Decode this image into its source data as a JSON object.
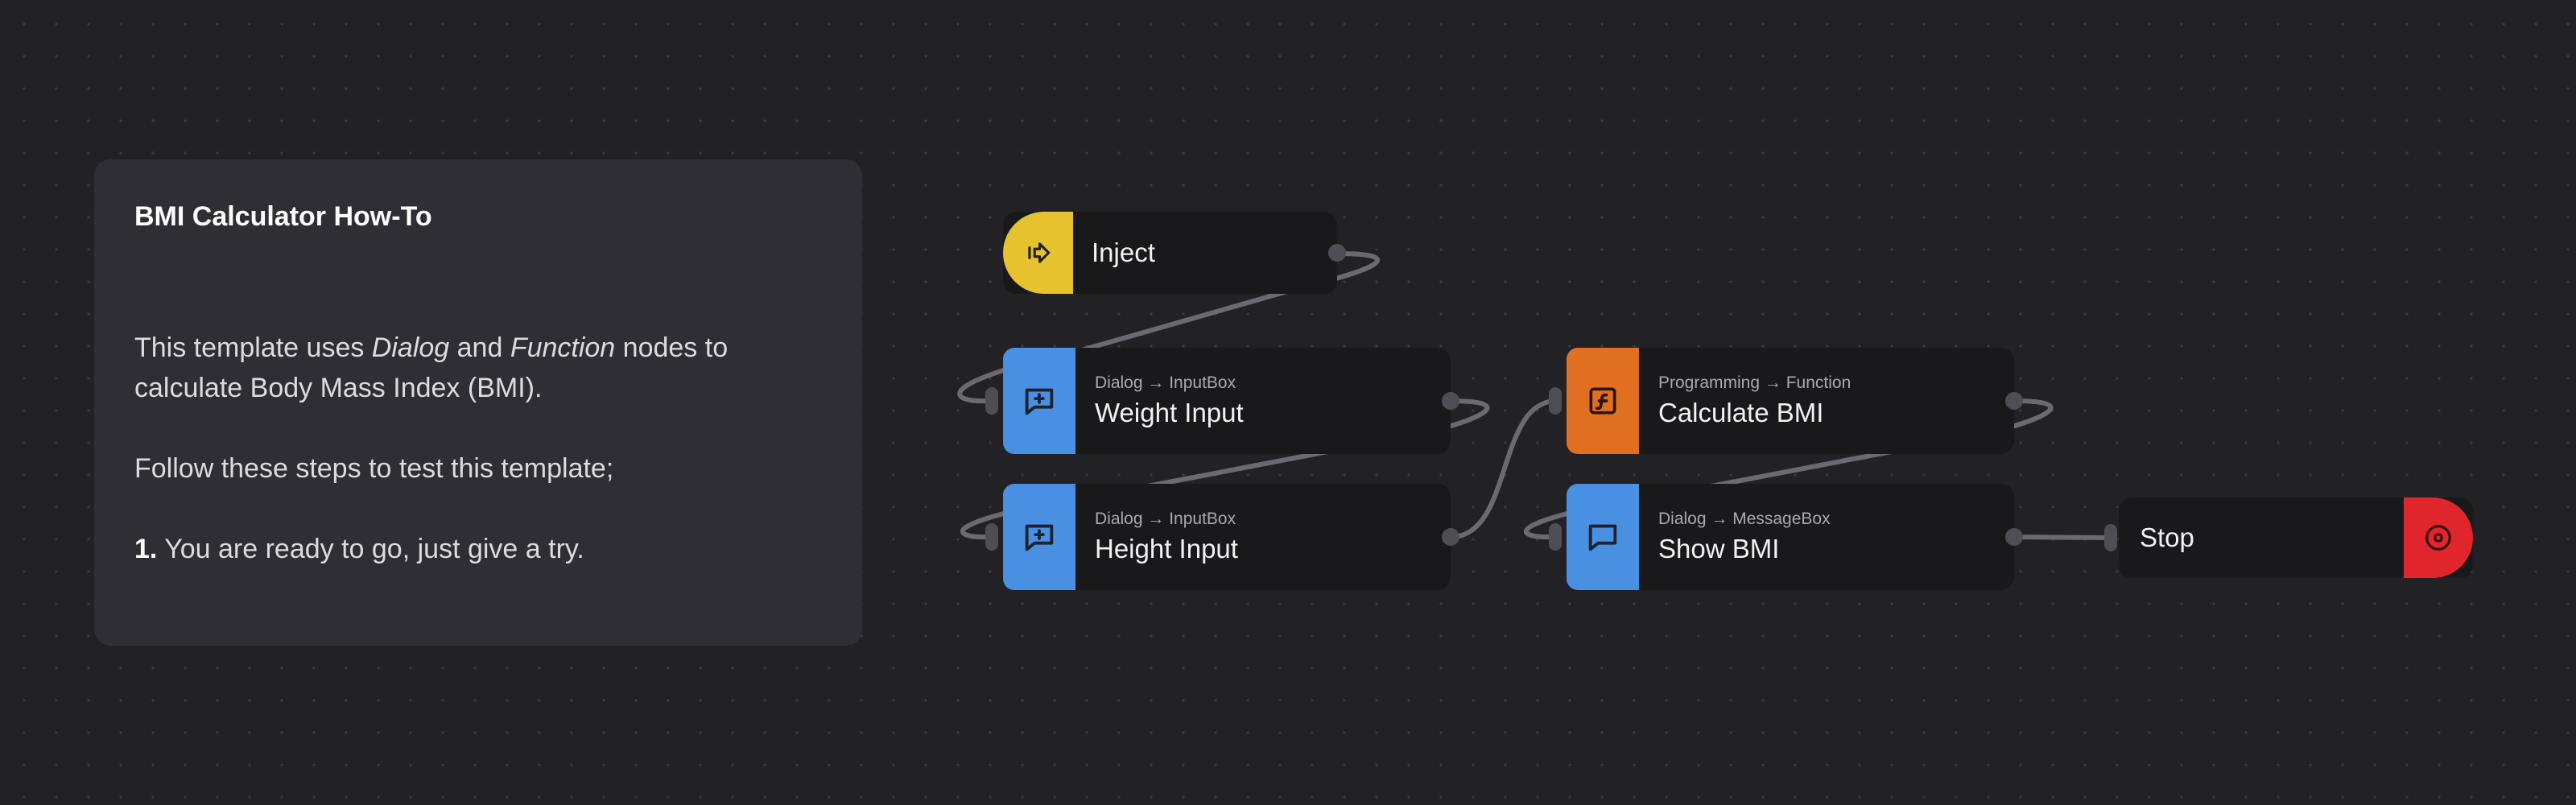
{
  "note": {
    "title": "BMI Calculator How-To",
    "p1_a": "This template uses ",
    "p1_dialog": "Dialog",
    "p1_b": " and ",
    "p1_function": "Function",
    "p1_c": " nodes to calculate Body Mass Index (BMI).",
    "p2": "Follow these steps to test this template;",
    "p3_num": "1.",
    "p3_text": " You are ready to go, just give a try."
  },
  "nodes": {
    "inject": {
      "title": "Inject",
      "icon": "inject-arrow-icon",
      "color": "#e6c22e"
    },
    "weight": {
      "subtitle": "Dialog → InputBox",
      "title": "Weight Input",
      "icon": "message-plus-icon",
      "color": "#4a90e2"
    },
    "height": {
      "subtitle": "Dialog → InputBox",
      "title": "Height Input",
      "icon": "message-plus-icon",
      "color": "#4a90e2"
    },
    "calc": {
      "subtitle": "Programming → Function",
      "title": "Calculate BMI",
      "icon": "function-icon",
      "color": "#e0701f"
    },
    "show": {
      "subtitle": "Dialog → MessageBox",
      "title": "Show BMI",
      "icon": "message-icon",
      "color": "#4a90e2"
    },
    "stop": {
      "title": "Stop",
      "icon": "stop-icon",
      "color": "#e0262c"
    }
  },
  "colors": {
    "background": "#222226",
    "node": "#19191c",
    "wire": "#6a6a70",
    "note": "#2f2e34"
  }
}
